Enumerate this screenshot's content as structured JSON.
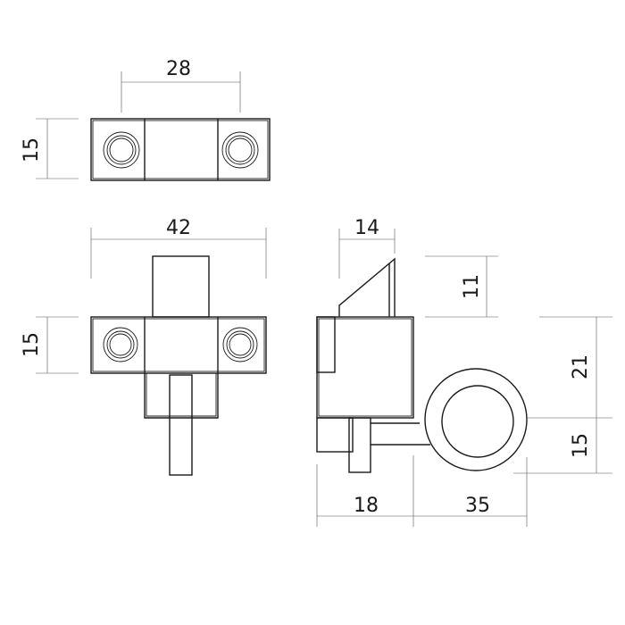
{
  "colors": {
    "line": "#1a1a1a",
    "dimension_line": "#555555",
    "background": "#ffffff"
  },
  "dimensions": {
    "top_width": "28",
    "top_height": "15",
    "front_width": "42",
    "front_height": "15",
    "side_catch_width": "14",
    "side_catch_height": "11",
    "side_body_height": "21",
    "side_ring_height": "15",
    "side_body_width": "18",
    "side_ring_width": "35"
  }
}
